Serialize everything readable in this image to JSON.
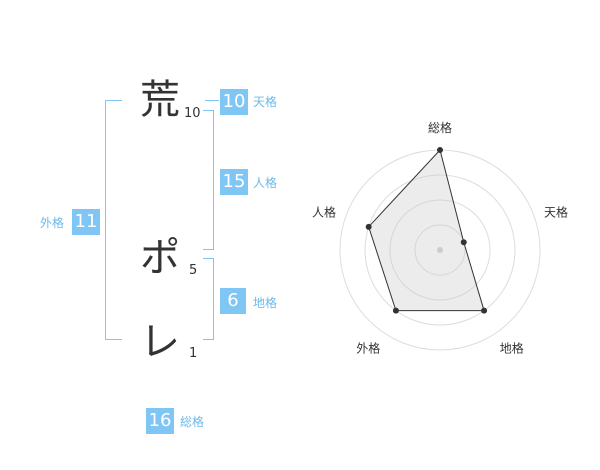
{
  "name": {
    "chars": [
      {
        "char": "荒",
        "strokes": "10"
      },
      {
        "char": "ポ",
        "strokes": "5"
      },
      {
        "char": "レ",
        "strokes": "1"
      }
    ]
  },
  "kakusu": {
    "tenkaku": {
      "value": "10",
      "label": "天格"
    },
    "jinkaku": {
      "value": "15",
      "label": "人格"
    },
    "chikaku": {
      "value": "6",
      "label": "地格"
    },
    "gaikaku": {
      "value": "11",
      "label": "外格"
    },
    "soukaku": {
      "value": "16",
      "label": "総格"
    }
  },
  "colors": {
    "accent": "#7fc6f5",
    "accent_text": "#6db9ea",
    "text": "#333333"
  },
  "chart_data": {
    "type": "radar",
    "axes": [
      "総格",
      "天格",
      "地格",
      "外格",
      "人格"
    ],
    "values": [
      4,
      1,
      3,
      3,
      3
    ],
    "max": 4,
    "rings": 4
  }
}
